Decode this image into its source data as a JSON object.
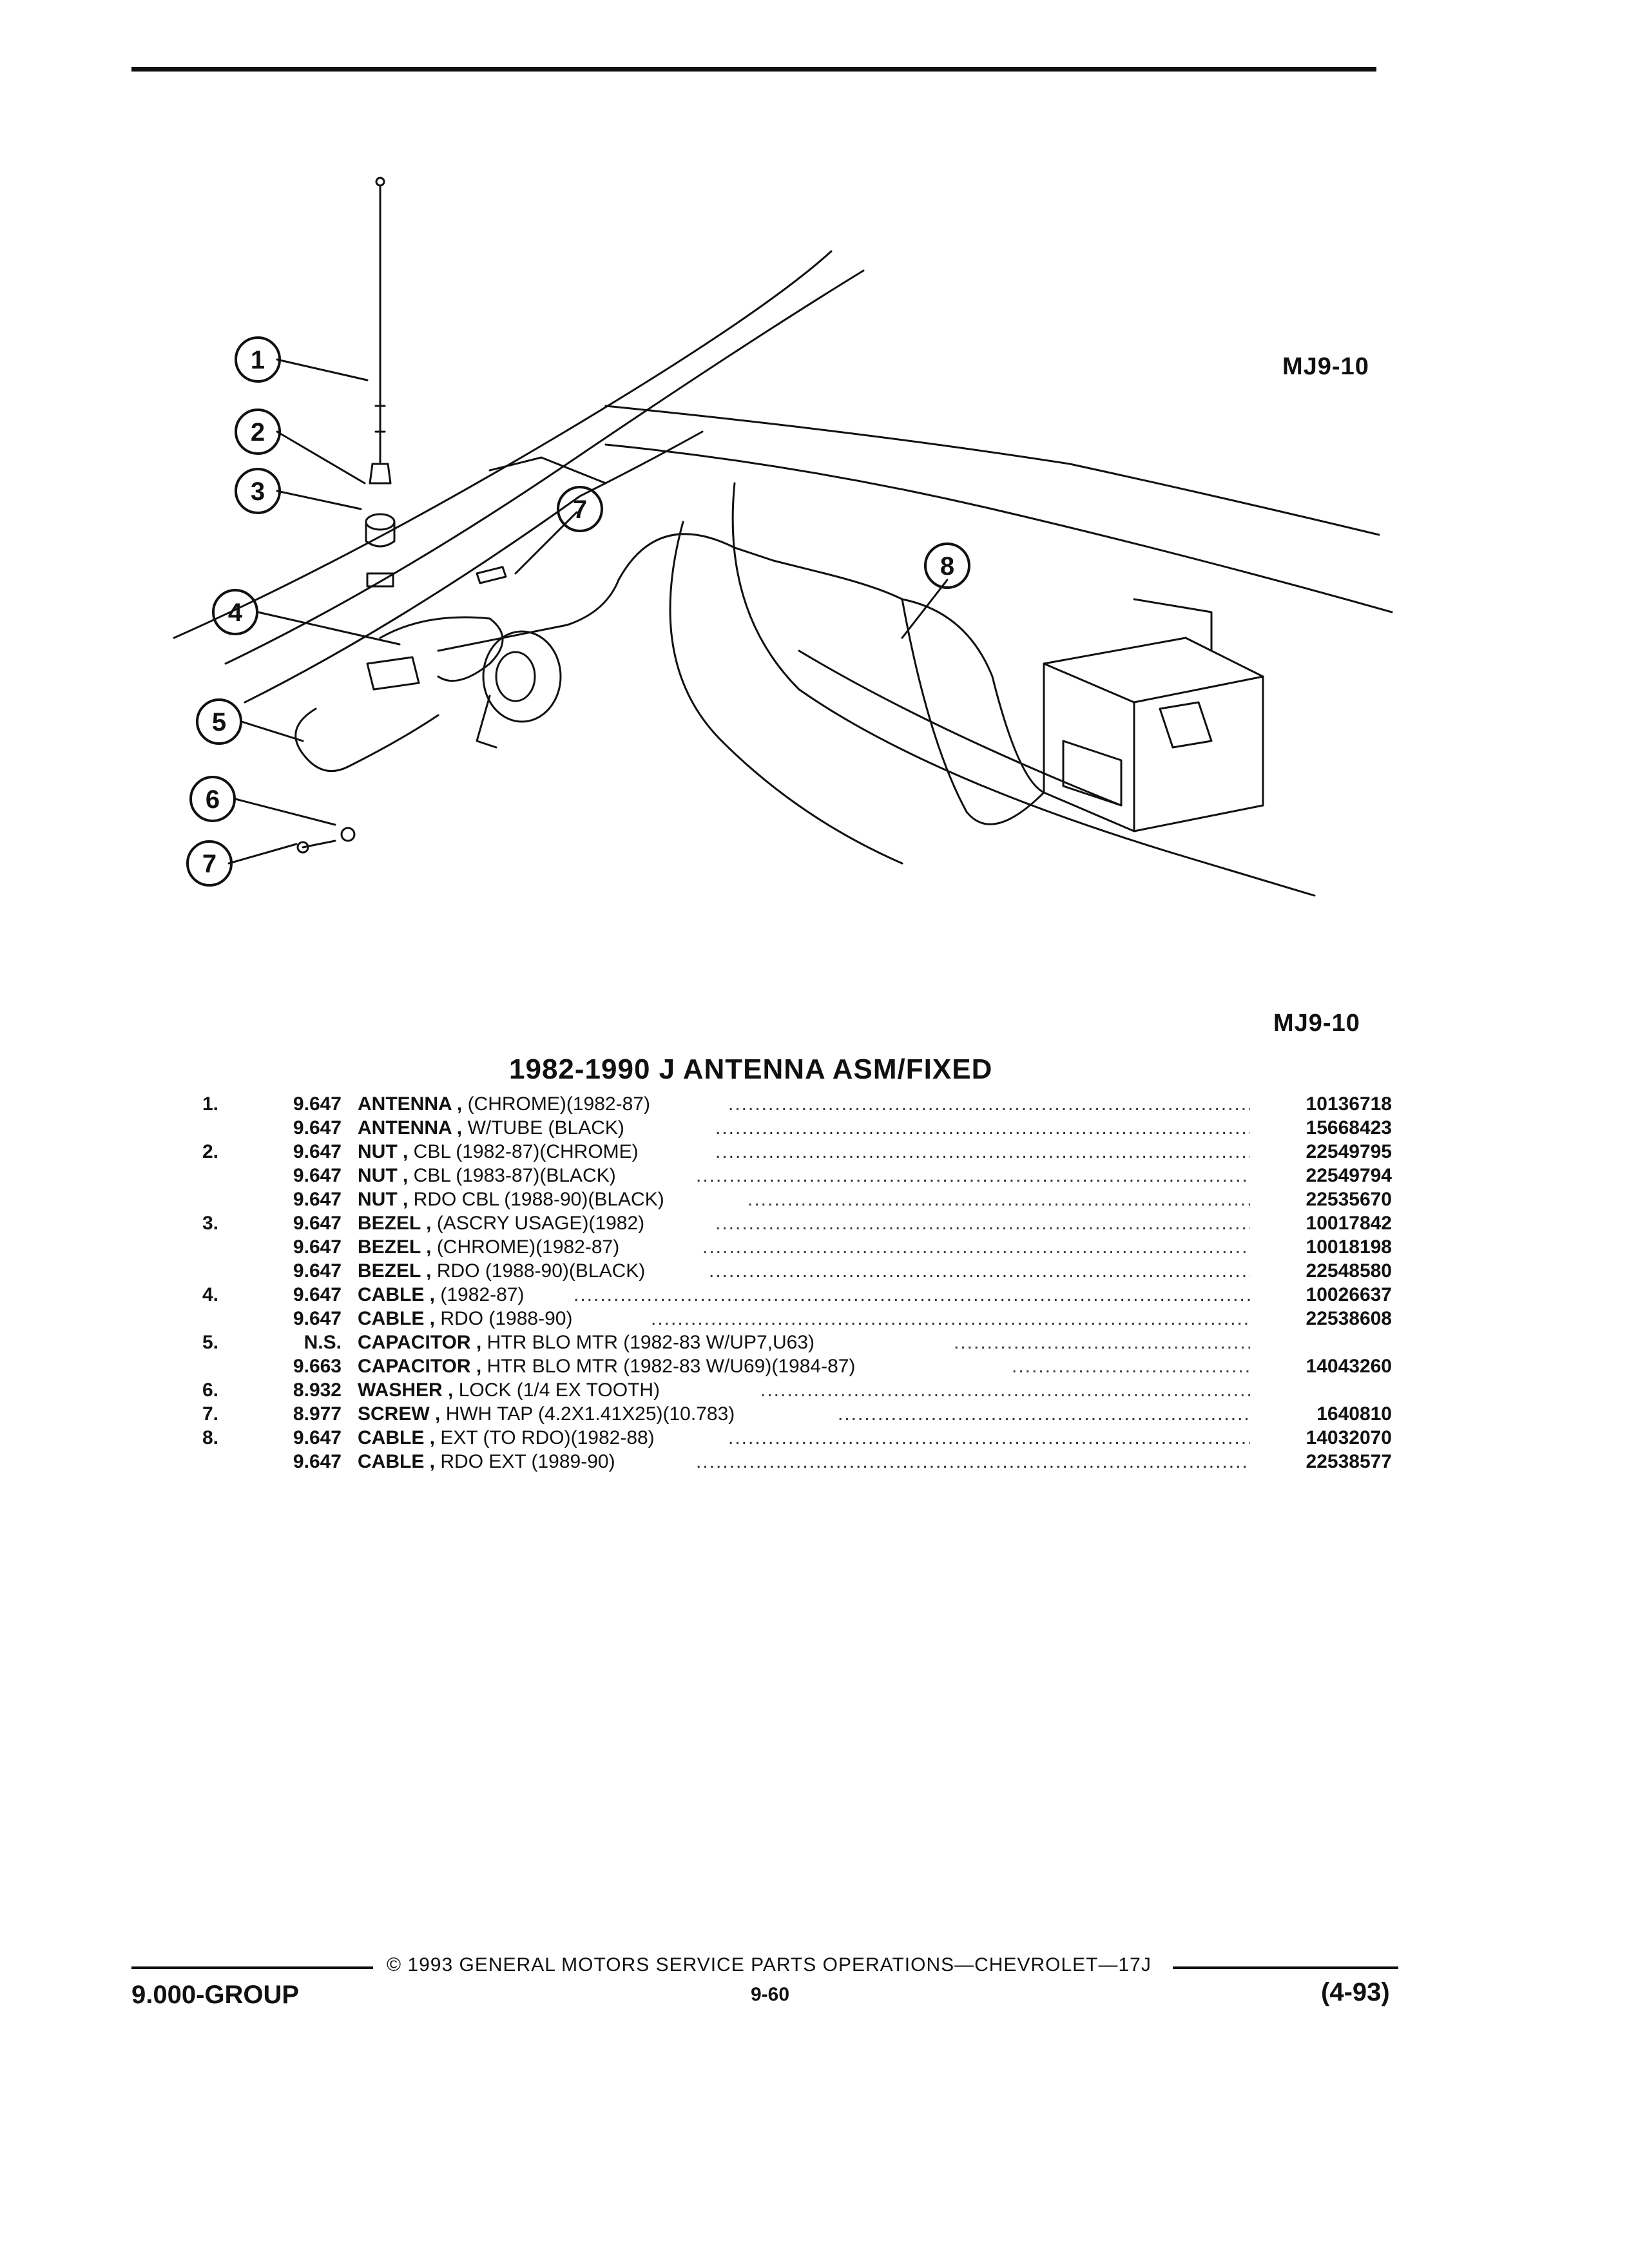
{
  "header": {
    "figure_code_top": "MJ9-10"
  },
  "illustration": {
    "figure_code_bottom": "MJ9-10",
    "callouts": [
      "1",
      "2",
      "3",
      "4",
      "5",
      "6",
      "7",
      "7",
      "8"
    ]
  },
  "section": {
    "title": "1982-1990 J ANTENNA ASM/FIXED"
  },
  "parts": [
    {
      "index": "1.",
      "group": "9.647",
      "name": "ANTENNA",
      "qual": "(CHROME)(1982-87)",
      "number": "10136718"
    },
    {
      "index": "",
      "group": "9.647",
      "name": "ANTENNA",
      "qual": "W/TUBE (BLACK)",
      "number": "15668423"
    },
    {
      "index": "2.",
      "group": "9.647",
      "name": "NUT",
      "qual": "CBL (1982-87)(CHROME)",
      "number": "22549795"
    },
    {
      "index": "",
      "group": "9.647",
      "name": "NUT",
      "qual": "CBL (1983-87)(BLACK)",
      "number": "22549794"
    },
    {
      "index": "",
      "group": "9.647",
      "name": "NUT",
      "qual": "RDO CBL (1988-90)(BLACK)",
      "number": "22535670"
    },
    {
      "index": "3.",
      "group": "9.647",
      "name": "BEZEL",
      "qual": "(ASCRY USAGE)(1982)",
      "number": "10017842"
    },
    {
      "index": "",
      "group": "9.647",
      "name": "BEZEL",
      "qual": "(CHROME)(1982-87)",
      "number": "10018198"
    },
    {
      "index": "",
      "group": "9.647",
      "name": "BEZEL",
      "qual": "RDO (1988-90)(BLACK)",
      "number": "22548580"
    },
    {
      "index": "4.",
      "group": "9.647",
      "name": "CABLE",
      "qual": "(1982-87)",
      "number": "10026637"
    },
    {
      "index": "",
      "group": "9.647",
      "name": "CABLE",
      "qual": "RDO (1988-90)",
      "number": "22538608"
    },
    {
      "index": "5.",
      "group": "N.S.",
      "name": "CAPACITOR",
      "qual": "HTR BLO MTR (1982-83 W/UP7,U63)",
      "number": ""
    },
    {
      "index": "",
      "group": "9.663",
      "name": "CAPACITOR",
      "qual": "HTR BLO MTR (1982-83 W/U69)(1984-87)",
      "number": "14043260"
    },
    {
      "index": "6.",
      "group": "8.932",
      "name": "WASHER",
      "qual": "LOCK (1/4 EX TOOTH)",
      "number": ""
    },
    {
      "index": "7.",
      "group": "8.977",
      "name": "SCREW",
      "qual": "HWH TAP (4.2X1.41X25)(10.783)",
      "number": "1640810"
    },
    {
      "index": "8.",
      "group": "9.647",
      "name": "CABLE",
      "qual": "EXT (TO RDO)(1982-88)",
      "number": "14032070"
    },
    {
      "index": "",
      "group": "9.647",
      "name": "CABLE",
      "qual": "RDO EXT (1989-90)",
      "number": "22538577"
    }
  ],
  "footer": {
    "copyright": "© 1993 GENERAL MOTORS SERVICE PARTS OPERATIONS—CHEVROLET—17J",
    "group": "9.000-GROUP",
    "page": "9-60",
    "date": "(4-93)"
  }
}
